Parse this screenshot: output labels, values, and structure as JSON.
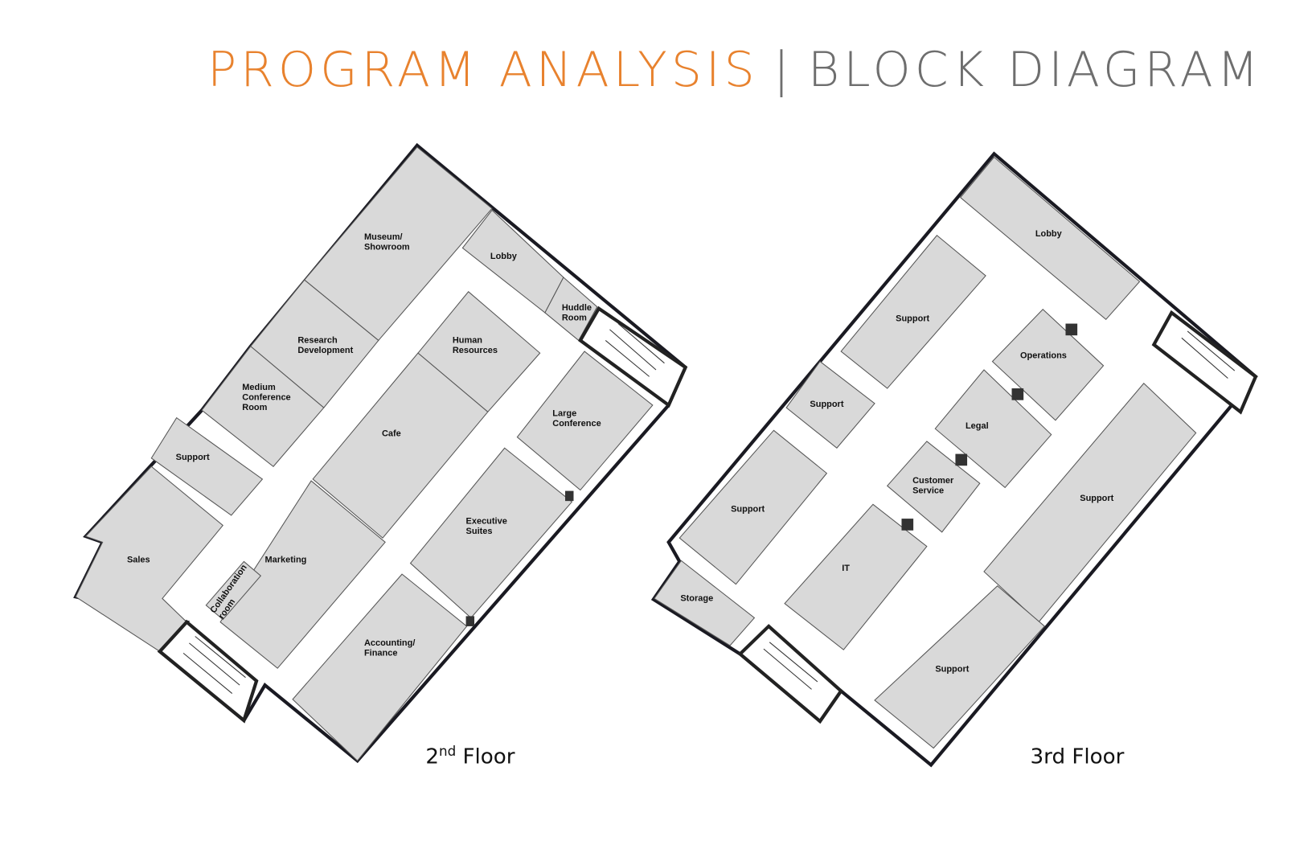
{
  "title": {
    "primary": "PROGRAM ANALYSIS",
    "separator": "|",
    "secondary": "BLOCK DIAGRAM",
    "primary_color": "#E8822E",
    "secondary_color": "#6E6E6E"
  },
  "floor2": {
    "label_base": "2",
    "label_sup": "nd",
    "label_rest": " Floor",
    "rooms": {
      "museum": [
        "Museum/",
        "Showroom"
      ],
      "lobby": [
        "Lobby"
      ],
      "huddle": [
        "Huddle",
        "Room"
      ],
      "research": [
        "Research",
        "Development"
      ],
      "medium_conf": [
        "Medium",
        "Conference",
        "Room"
      ],
      "support": [
        "Support"
      ],
      "sales": [
        "Sales"
      ],
      "hr": [
        "Human",
        "Resources"
      ],
      "cafe": [
        "Cafe"
      ],
      "large_conf": [
        "Large",
        "Conference"
      ],
      "executive": [
        "Executive",
        "Suites"
      ],
      "marketing": [
        "Marketing"
      ],
      "collab": [
        "Collaboration",
        "room"
      ],
      "accounting": [
        "Accounting/",
        "Finance"
      ]
    }
  },
  "floor3": {
    "label": "3rd Floor",
    "rooms": {
      "lobby": "Lobby",
      "support_top": "Support",
      "support_small": "Support",
      "support_left": "Support",
      "storage": "Storage",
      "operations": "Operations",
      "legal": "Legal",
      "customer": [
        "Customer",
        "Service"
      ],
      "it": "IT",
      "support_right": "Support",
      "support_bottom": "Support"
    }
  }
}
